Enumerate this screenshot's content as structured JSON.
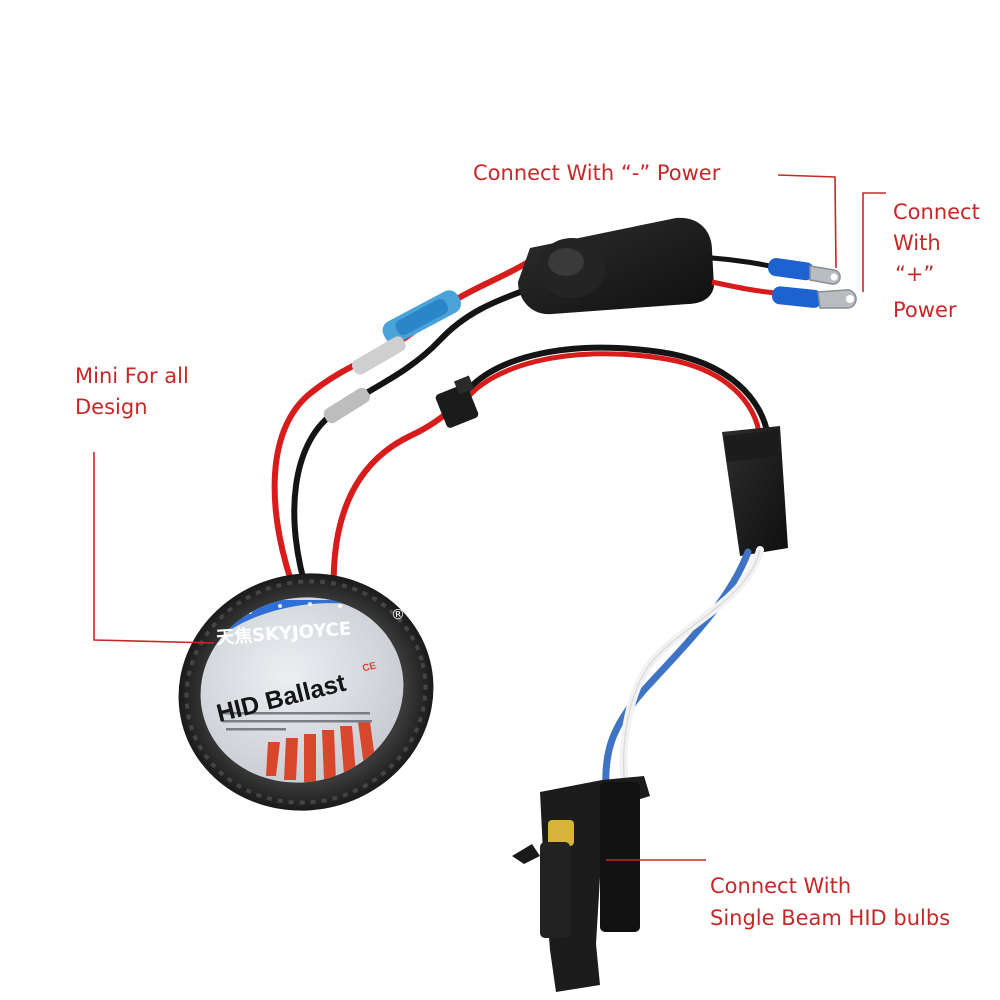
{
  "annotations": {
    "negative_power": "Connect With “-” Power",
    "positive_power_line1": "Connect",
    "positive_power_line2": "With",
    "positive_power_line3": "“+”",
    "positive_power_line4": "Power",
    "mini_line1": "Mini For all",
    "mini_line2": "Design",
    "bulb_line1": "Connect With",
    "bulb_line2": "Single Beam HID bulbs"
  },
  "ballast_label": {
    "brand": "天焦SKYJOYCE",
    "registered": "®",
    "title": "HID Ballast",
    "ce_mark": "CE"
  },
  "colors": {
    "annotation_text": "#c62828",
    "leader_line": "#c62828",
    "background": "#ffffff",
    "wire_red": "#d81b1b",
    "wire_black": "#141414",
    "wire_blue": "#3f74c4",
    "wire_white": "#f2f2f2",
    "terminal_blue": "#1e62cf",
    "ballast_rim": "#2b2b2b",
    "ballast_label_blue": "#2f6fd6",
    "ballast_label_red": "#d8462b"
  },
  "icons": {
    "registered_mark": "registered-trademark-icon",
    "ce_mark": "ce-certification-icon"
  }
}
